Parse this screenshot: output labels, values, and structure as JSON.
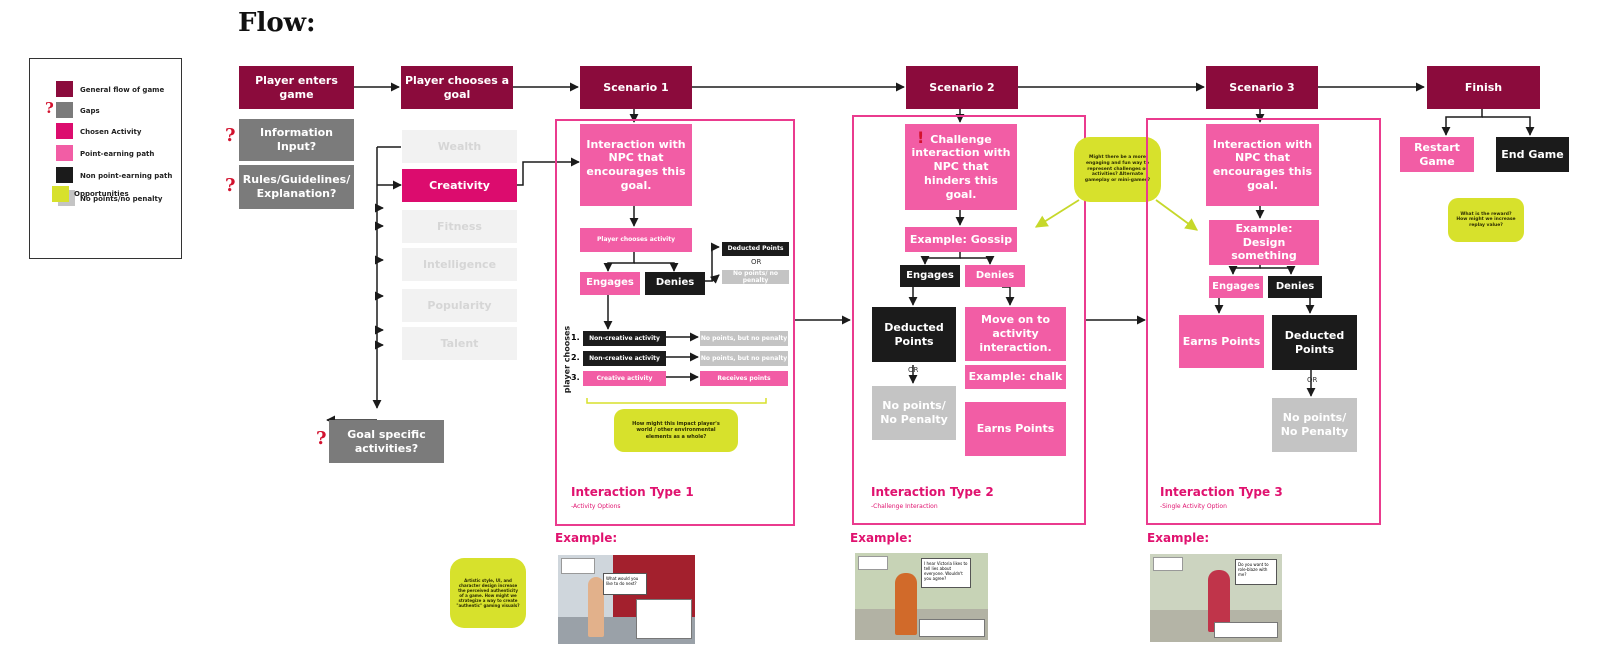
{
  "title": "Flow:",
  "legend": {
    "items": [
      {
        "label": "General flow of game",
        "color": "#8b0b3c"
      },
      {
        "label": "Gaps",
        "color": "#7b7b7b"
      },
      {
        "label": "Chosen Activity",
        "color": "#dc0c6e"
      },
      {
        "label": "Point-earning path",
        "color": "#f25da5"
      },
      {
        "label": "Non point-earning path",
        "color": "#1b1b1b"
      },
      {
        "label": "Opportunities",
        "color": "#d7e12c"
      },
      {
        "label": "No points/no penalty",
        "color": "#c4c4c4"
      }
    ],
    "question_mark": "?"
  },
  "flow": {
    "player_enters": "Player enters game",
    "player_chooses_goal": "Player chooses a goal",
    "scenario1": "Scenario 1",
    "scenario2": "Scenario 2",
    "scenario3": "Scenario 3",
    "finish": "Finish"
  },
  "gaps": {
    "information_input": "Information Input?",
    "rules": "Rules/Guidelines/ Explanation?",
    "goal_specific": "Goal specific activities?",
    "question_mark": "?"
  },
  "goals": [
    "Wealth",
    "Creativity",
    "Fitness",
    "Intelligence",
    "Popularity",
    "Talent"
  ],
  "scenario1": {
    "npc_box": "Interaction with NPC that encourages this goal.",
    "player_chooses_activity": "Player chooses activity",
    "engages": "Engages",
    "denies": "Denies",
    "deducted_points": "Deducted Points",
    "or": "OR",
    "no_points_no_penalty": "No points/ no penalty",
    "side_label": "player chooses",
    "options": [
      {
        "num": "1.",
        "activity": "Non-creative activity",
        "result": "No points, but no penalty"
      },
      {
        "num": "2.",
        "activity": "Non-creative activity",
        "result": "No points, but no penalty"
      },
      {
        "num": "3.",
        "activity": "Creative activity",
        "result": "Receives points"
      }
    ],
    "opportunity": "How might this impact player's world / other environmental elements as a whole?",
    "type_title": "Interaction Type 1",
    "type_sub": "-Activity Options",
    "example_label": "Example:"
  },
  "scenario2": {
    "alert": "!",
    "npc_box": "Challenge interaction with NPC that hinders this goal.",
    "example_box": "Example: Gossip",
    "engages": "Engages",
    "denies": "Denies",
    "deducted_points": "Deducted Points",
    "or": "OR",
    "no_points_no_penalty": "No points/ No Penalty",
    "move_on": "Move on to activity interaction.",
    "example_chalk": "Example: chalk",
    "earns_points": "Earns Points",
    "type_title": "Interaction Type 2",
    "type_sub": "-Challenge Interaction",
    "example_label": "Example:"
  },
  "scenario3": {
    "npc_box": "Interaction with NPC that encourages this goal.",
    "example_box": "Example: Design something",
    "engages": "Engages",
    "denies": "Denies",
    "earns_points": "Earns Points",
    "deducted_points": "Deducted Points",
    "or": "OR",
    "no_points_no_penalty": "No points/ No Penalty",
    "type_title": "Interaction Type 3",
    "type_sub": "-Single Activity Option",
    "example_label": "Example:"
  },
  "opportunity_mid": "Might there be a more engaging and fun way to represent challenges or activities? Alternate gameplay or mini-games?",
  "opportunity_bottom": "Artistic style, UI, and character design increase the perceived authenticity of a game. How might we strategize a way to create \"authentic\" gaming visuals?",
  "finish_area": {
    "restart": "Restart Game",
    "end": "End Game",
    "opportunity": "What is the reward? How might we increase replay value?"
  },
  "thumbnails": {
    "s1_bubble": "What would you like to do next?",
    "s2_bubble": "I hear Victoria likes to tell lies about everyone. Wouldn't you agree?",
    "s3_bubble": "Do you want to role-blaze with me?"
  }
}
